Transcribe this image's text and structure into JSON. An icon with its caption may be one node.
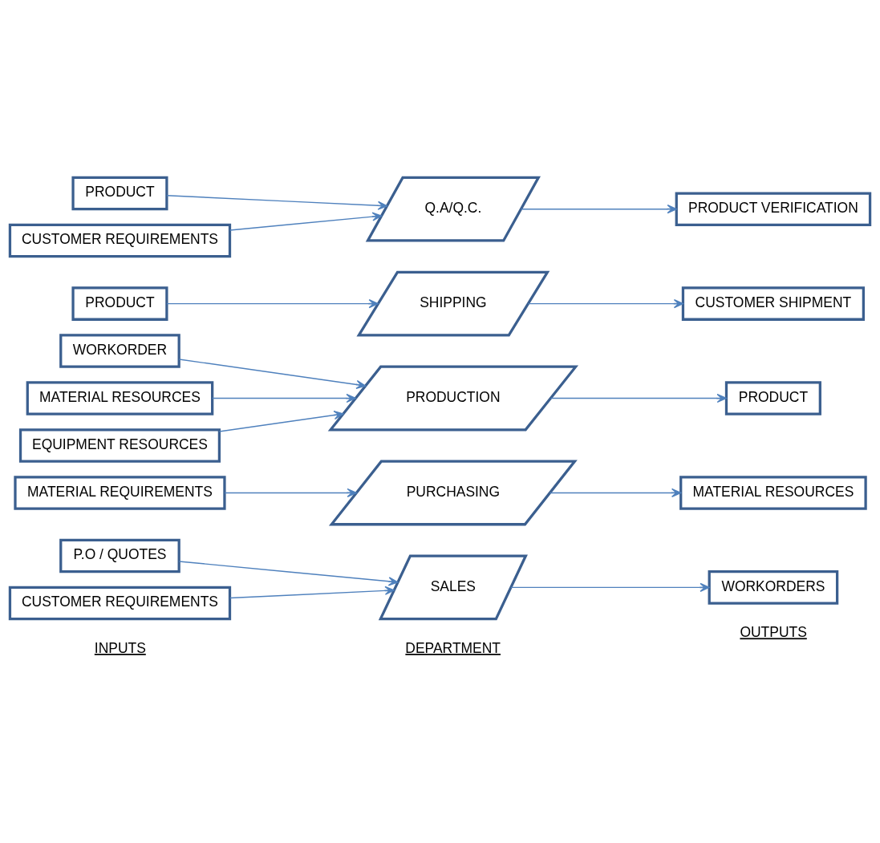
{
  "diagram": {
    "nodes": [
      {
        "text": [
          "P.O / QUOTES"
        ]
      },
      {
        "text": [
          "CUSTOMER REQUIREMENTS"
        ]
      },
      {
        "text": [
          "SALES"
        ]
      },
      {
        "text": [
          "WORKORDERS"
        ]
      },
      {
        "text": [
          "MATERIAL REQUIREMENTS"
        ]
      },
      {
        "text": [
          "PURCHASING"
        ]
      },
      {
        "text": [
          "MATERIAL RESOURCES"
        ]
      },
      {
        "text": [
          "WORKORDER"
        ]
      },
      {
        "text": [
          "MATERIAL RESOURCES"
        ]
      },
      {
        "text": [
          "EQUIPMENT RESOURCES"
        ]
      },
      {
        "text": [
          "PRODUCTION"
        ]
      },
      {
        "text": [
          "PRODUCT"
        ]
      },
      {
        "text": [
          "PRODUCT"
        ]
      },
      {
        "text": [
          "SHIPPING"
        ]
      },
      {
        "text": [
          "CUSTOMER SHIPMENT"
        ]
      },
      {
        "text": [
          "PRODUCT"
        ]
      },
      {
        "text": [
          "CUSTOMER REQUIREMENTS"
        ]
      },
      {
        "text": [
          "Q.A/Q.C."
        ]
      },
      {
        "text": [
          "PRODUCT VERIFICATION"
        ]
      }
    ],
    "edges": [
      {
        "from": 0,
        "to": 2,
        "arrow": "to"
      },
      {
        "from": 1,
        "to": 2,
        "arrow": "to"
      },
      {
        "from": 2,
        "to": 3,
        "arrow": "to"
      },
      {
        "from": 4,
        "to": 5,
        "arrow": "to"
      },
      {
        "from": 5,
        "to": 6,
        "arrow": "to"
      },
      {
        "from": 7,
        "to": 10,
        "arrow": "to"
      },
      {
        "from": 8,
        "to": 10,
        "arrow": "to"
      },
      {
        "from": 9,
        "to": 10,
        "arrow": "to"
      },
      {
        "from": 10,
        "to": 11,
        "arrow": "to"
      },
      {
        "from": 12,
        "to": 13,
        "arrow": "to"
      },
      {
        "from": 13,
        "to": 14,
        "arrow": "to"
      },
      {
        "from": 15,
        "to": 17,
        "arrow": "to"
      },
      {
        "from": 16,
        "to": 17,
        "arrow": "to"
      },
      {
        "from": 17,
        "to": 18,
        "arrow": "to"
      }
    ],
    "labels": [
      "INPUTS",
      "DEPARTMENT",
      "OUTPUTS"
    ]
  }
}
